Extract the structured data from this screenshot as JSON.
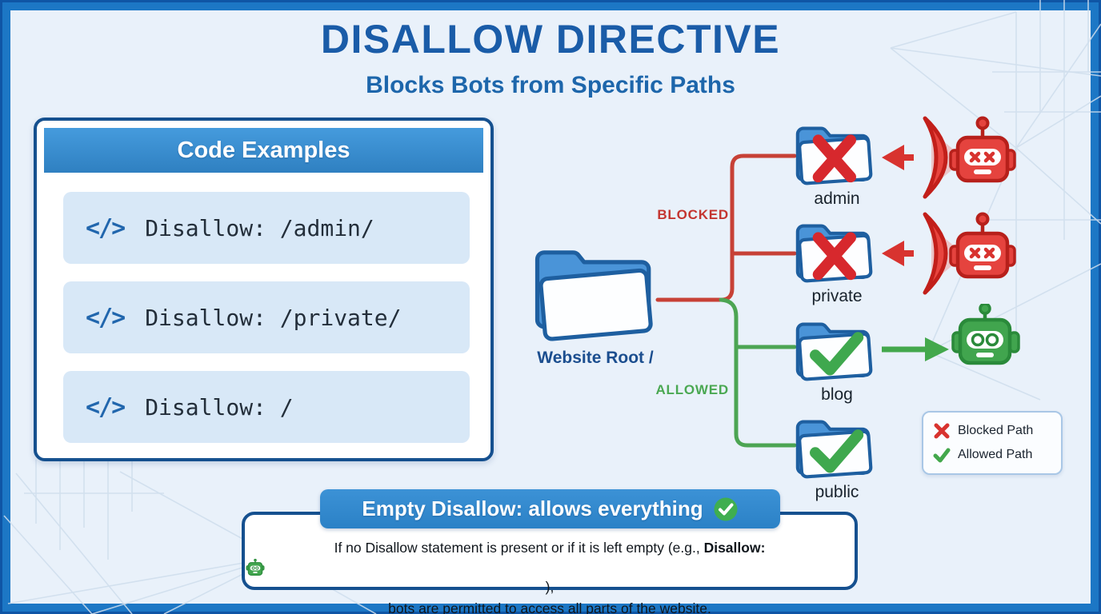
{
  "header": {
    "title": "DISALLOW DIRECTIVE",
    "subtitle": "Blocks Bots from Specific Paths"
  },
  "code_panel": {
    "header": "Code Examples",
    "icon": "code-tag-icon",
    "icon_glyph": "</>",
    "rows": [
      {
        "text": "Disallow: /admin/"
      },
      {
        "text": "Disallow: /private/"
      },
      {
        "text": "Disallow: /"
      }
    ]
  },
  "tree": {
    "root_label": "Website Root /",
    "blocked_label": "BLOCKED",
    "allowed_label": "ALLOWED",
    "folders": [
      {
        "name": "admin",
        "status": "blocked",
        "icon": "folder-x-icon"
      },
      {
        "name": "private",
        "status": "blocked",
        "icon": "folder-x-icon"
      },
      {
        "name": "blog",
        "status": "allowed",
        "icon": "folder-check-icon"
      },
      {
        "name": "public",
        "status": "allowed",
        "icon": "folder-check-icon"
      }
    ],
    "robots": [
      {
        "row": "admin",
        "icon": "robot-blocked-icon"
      },
      {
        "row": "private",
        "icon": "robot-blocked-icon"
      },
      {
        "row": "blog",
        "icon": "robot-allowed-icon"
      }
    ]
  },
  "legend": {
    "items": [
      {
        "icon": "x-mark-icon",
        "label": "Blocked Path"
      },
      {
        "icon": "check-mark-icon",
        "label": "Allowed Path"
      }
    ]
  },
  "note": {
    "banner": "Empty Disallow: allows everything",
    "banner_icon": "check-circle-icon",
    "line1_pre": "If no Disallow statement is present or if it is left empty (e.g., ",
    "line1_bold": "Disallow:",
    "line1_icon": "robot-inline-icon",
    "line1_post": "),",
    "line2": "bots are permitted to access all parts of the website."
  },
  "colors": {
    "frame_blue": "#1c77c5",
    "background": "#e9f1fa",
    "title_blue": "#1a5ca8",
    "panel_border_navy": "#15508f",
    "header_bar_blue": "#3389cf",
    "code_row_bg": "#d8e8f7",
    "blocked_red": "#d8332f",
    "allowed_green": "#43a84c",
    "folder_blue": "#4a94d8",
    "banner_blue": "#2e86cb"
  }
}
